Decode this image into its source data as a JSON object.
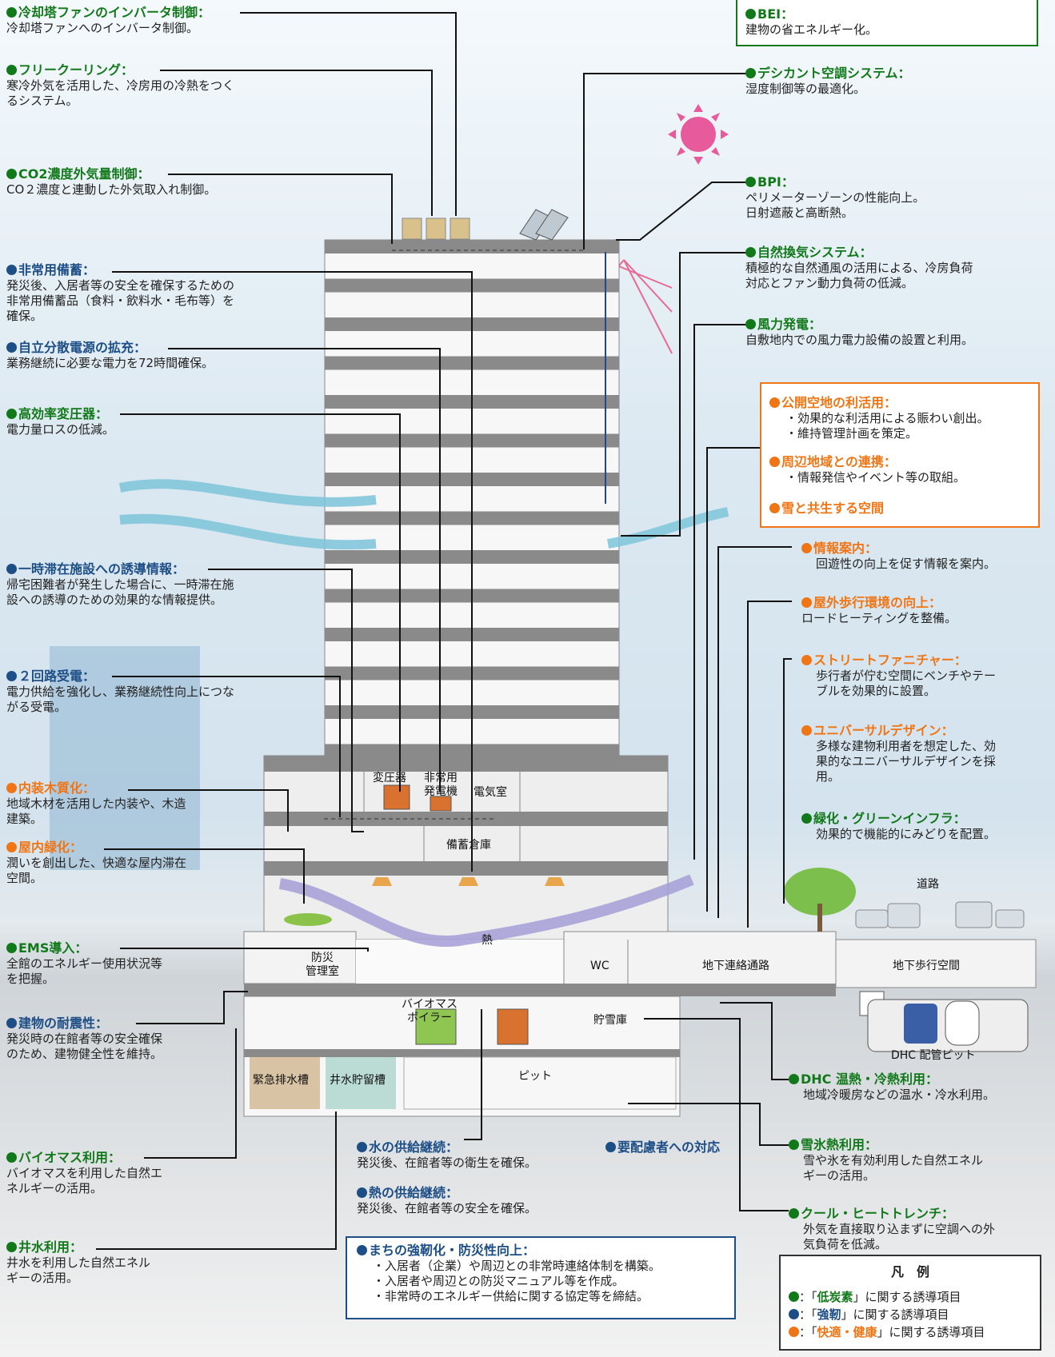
{
  "labels": {
    "cooling_fan": {
      "title": "冷却塔ファンのインバータ制御：",
      "desc": "冷却塔ファンへのインバータ制御。"
    },
    "free_cooling": {
      "title": "フリークーリング：",
      "desc": "寒冷外気を活用した、冷房用の冷熱をつく\nるシステム。"
    },
    "co2": {
      "title": "CO2濃度外気量制御：",
      "desc": "CO２濃度と連動した外気取入れ制御。"
    },
    "emergency_stock": {
      "title": "非常用備蓄：",
      "desc": "発災後、入居者等の安全を確保するための\n非常用備蓄品（食料・飲料水・毛布等）を\n確保。"
    },
    "power": {
      "title": "自立分散電源の拡充：",
      "desc": "業務継続に必要な電力を72時間確保。"
    },
    "transformer": {
      "title": "高効率変圧器：",
      "desc": "電力量ロスの低減。"
    },
    "temp_facility": {
      "title": "一時滞在施設への誘導情報：",
      "desc": "帰宅困難者が発生した場合に、一時滞在施\n設への誘導のための効果的な情報提供。"
    },
    "dual_line": {
      "title": "２回路受電：",
      "desc": "電力供給を強化し、業務継続性向上につな\nがる受電。"
    },
    "wood": {
      "title": "内装木質化：",
      "desc": "地域木材を活用した内装や、木造\n建築。"
    },
    "indoor_green": {
      "title": "屋内緑化：",
      "desc": "潤いを創出した、快適な屋内滞在\n空間。"
    },
    "ems": {
      "title": "EMS導入：",
      "desc": "全館のエネルギー使用状況等\nを把握。"
    },
    "seismic": {
      "title": "建物の耐震性：",
      "desc": "発災時の在館者等の安全確保\nのため、建物健全性を維持。"
    },
    "biomass": {
      "title": "バイオマス利用：",
      "desc": "バイオマスを利用した自然エ\nネルギーの活用。"
    },
    "well": {
      "title": "井水利用：",
      "desc": "井水を利用した自然エネル\nギーの活用。"
    },
    "water": {
      "title": "水の供給継続：",
      "desc": "発災後、在館者等の衛生を確保。"
    },
    "heat": {
      "title": "熱の供給継続：",
      "desc": "発災後、在館者等の安全を確保。"
    },
    "care": {
      "title": "要配慮者への対応",
      "desc": ""
    },
    "bei": {
      "title": "BEI：",
      "desc": "建物の省エネルギー化。"
    },
    "desiccant": {
      "title": "デシカント空調システム：",
      "desc": "湿度制御等の最適化。"
    },
    "bpi": {
      "title": "BPI：",
      "desc": "ペリメーターゾーンの性能向上。\n日射遮蔽と高断熱。"
    },
    "natural_vent": {
      "title": "自然換気システム：",
      "desc": "積極的な自然通風の活用による、冷房負荷\n対応とファン動力負荷の低減。"
    },
    "wind": {
      "title": "風力発電：",
      "desc": "自敷地内での風力電力設備の設置と利用。"
    },
    "public_space": {
      "title": "公開空地の利活用：",
      "desc": "・効果的な利活用による賑わい創出。\n・維持管理計画を策定。"
    },
    "community": {
      "title": "周辺地域との連携：",
      "desc": "・情報発信やイベント等の取組。"
    },
    "snow_space": {
      "title": "雪と共生する空間",
      "desc": ""
    },
    "info": {
      "title": "情報案内：",
      "desc": "回遊性の向上を促す情報を案内。"
    },
    "walk": {
      "title": "屋外歩行環境の向上：",
      "desc": "ロードヒーティングを整備。"
    },
    "furniture": {
      "title": "ストリートファニチャー：",
      "desc": "歩行者が佇む空間にベンチやテー\nブルを効果的に設置。"
    },
    "universal": {
      "title": "ユニバーサルデザイン：",
      "desc": "多様な建物利用者を想定した、効\n果的なユニバーサルデザインを採\n用。"
    },
    "green_infra": {
      "title": "緑化・グリーンインフラ：",
      "desc": "効果的で機能的にみどりを配置。"
    },
    "dhc": {
      "title": "DHC 温熱・冷熱利用：",
      "desc": "地域冷暖房などの温水・冷水利用。"
    },
    "snow_ice": {
      "title": "雪氷熱利用：",
      "desc": "雪や氷を有効利用した自然エネル\nギーの活用。"
    },
    "cool_heat": {
      "title": "クール・ヒートトレンチ：",
      "desc": "外気を直接取り込まずに空調への外\n気負荷を低減。"
    },
    "resilience": {
      "title": "まちの強靭化・防災性向上：",
      "desc": "・入居者（企業）や周辺との非常時連絡体制を構築。\n・入居者や周辺との防災マニュアル等を作成。\n・非常時のエネルギー供給に関する協定等を締結。"
    }
  },
  "rooms": {
    "transformer_room": "変圧器",
    "generator": "非常用\n発電機",
    "electric": "電気室",
    "storage": "備蓄倉庫",
    "disaster_room": "防災\n管理室",
    "heat": "熱",
    "wc": "WC",
    "underpass": "地下連絡通路",
    "underground_walk": "地下歩行空間",
    "biomass_boiler": "バイオマス\nボイラー",
    "snow_storage": "貯雪庫",
    "emergency_tank": "緊急排水槽",
    "well_tank": "井水貯留槽",
    "pit": "ピット",
    "dhc_pit": "DHC 配管ピット",
    "road": "道路"
  },
  "legend": {
    "title": "凡　例",
    "items": [
      {
        "pre": "：「",
        "key": "低炭素",
        "post": "」に関する誘導項目",
        "color": "#12791b"
      },
      {
        "pre": "：「",
        "key": "強靭",
        "post": "」に関する誘導項目",
        "color": "#1d4e86"
      },
      {
        "pre": "：「",
        "key": "快適・健康",
        "post": "」に関する誘導項目",
        "color": "#f07515"
      }
    ]
  },
  "colors": {
    "low_carbon": "#12791b",
    "resilience": "#1d4e86",
    "comfort": "#f07515"
  }
}
